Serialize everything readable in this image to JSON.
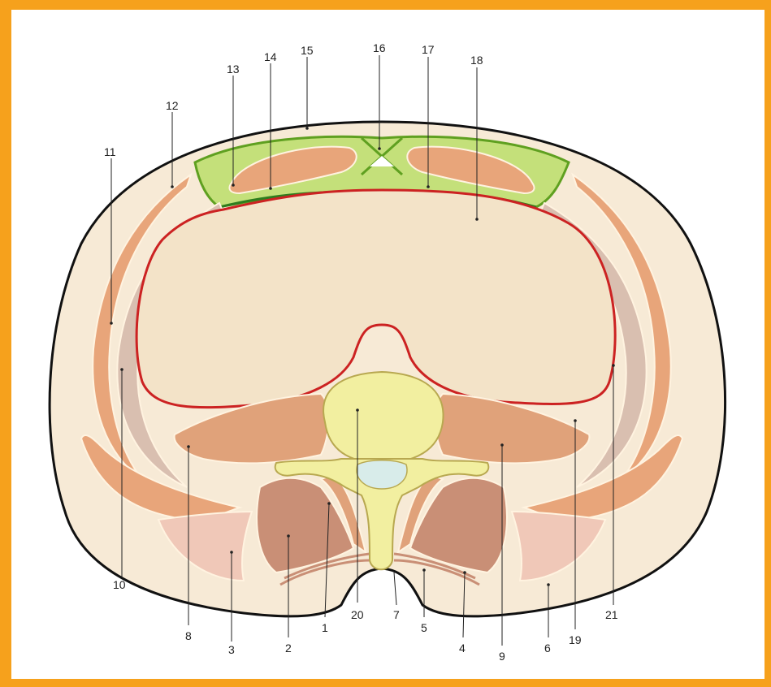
{
  "labels": {
    "l1": "1",
    "l2": "2",
    "l3": "3",
    "l4": "4",
    "l5": "5",
    "l6": "6",
    "l7": "7",
    "l8": "8",
    "l9": "9",
    "l10": "10",
    "l11": "11",
    "l12": "12",
    "l13": "13",
    "l14": "14",
    "l15": "15",
    "l16": "16",
    "l17": "17",
    "l18": "18",
    "l19": "19",
    "l20": "20",
    "l21": "21"
  },
  "colors": {
    "frame": "#f6a11c",
    "skin_outline": "#111111",
    "subcutaneous": "#f7ead6",
    "muscle": "#e8a57a",
    "muscle_dark": "#c98f76",
    "muscle_light": "#f0c8b8",
    "transversalis": "#d9bfb0",
    "rectus_sheath": "#9bcc3d",
    "peritoneum": "#cc2222",
    "abdominal_cavity": "#f3e3c8",
    "vertebra": "#f2efa0"
  }
}
